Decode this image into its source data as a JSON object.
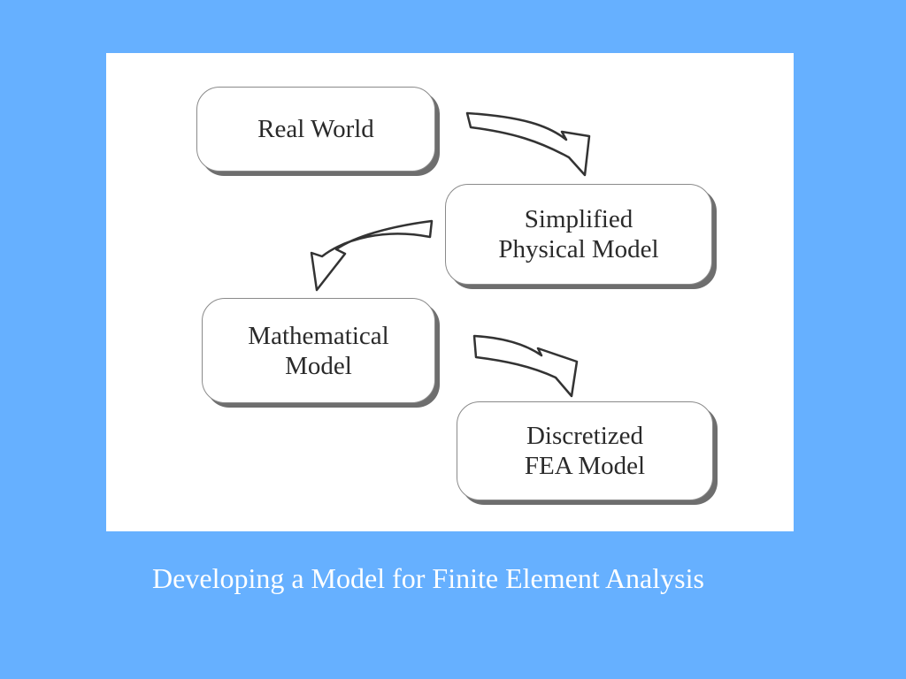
{
  "diagram": {
    "nodes": [
      {
        "id": "real_world",
        "label": "Real World"
      },
      {
        "id": "simplified_physical_model",
        "label": "Simplified\nPhysical Model"
      },
      {
        "id": "mathematical_model",
        "label": "Mathematical\nModel"
      },
      {
        "id": "discretized_fea_model",
        "label": "Discretized\nFEA Model"
      }
    ],
    "edges": [
      {
        "from": "real_world",
        "to": "simplified_physical_model"
      },
      {
        "from": "simplified_physical_model",
        "to": "mathematical_model"
      },
      {
        "from": "mathematical_model",
        "to": "discretized_fea_model"
      }
    ]
  },
  "caption": "Developing a Model for Finite Element Analysis",
  "colors": {
    "background": "#66B0FF",
    "panel": "#FFFFFF",
    "caption_text": "#FFFFFF",
    "node_text": "#2A2A2A"
  }
}
